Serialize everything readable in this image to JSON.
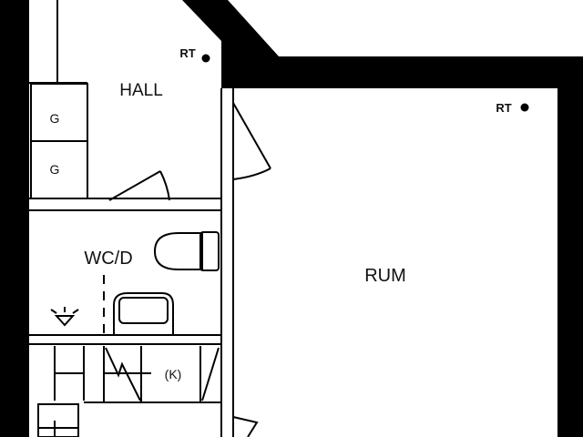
{
  "rooms": {
    "hall": "HALL",
    "wc": "WC/D",
    "rum": "RUM",
    "kitchen": "(K)",
    "storage_1": "G",
    "storage_2": "G"
  },
  "markers": {
    "rt_hall": "RT",
    "rt_rum": "RT"
  },
  "colors": {
    "wall": "#000000",
    "background": "#ffffff"
  }
}
